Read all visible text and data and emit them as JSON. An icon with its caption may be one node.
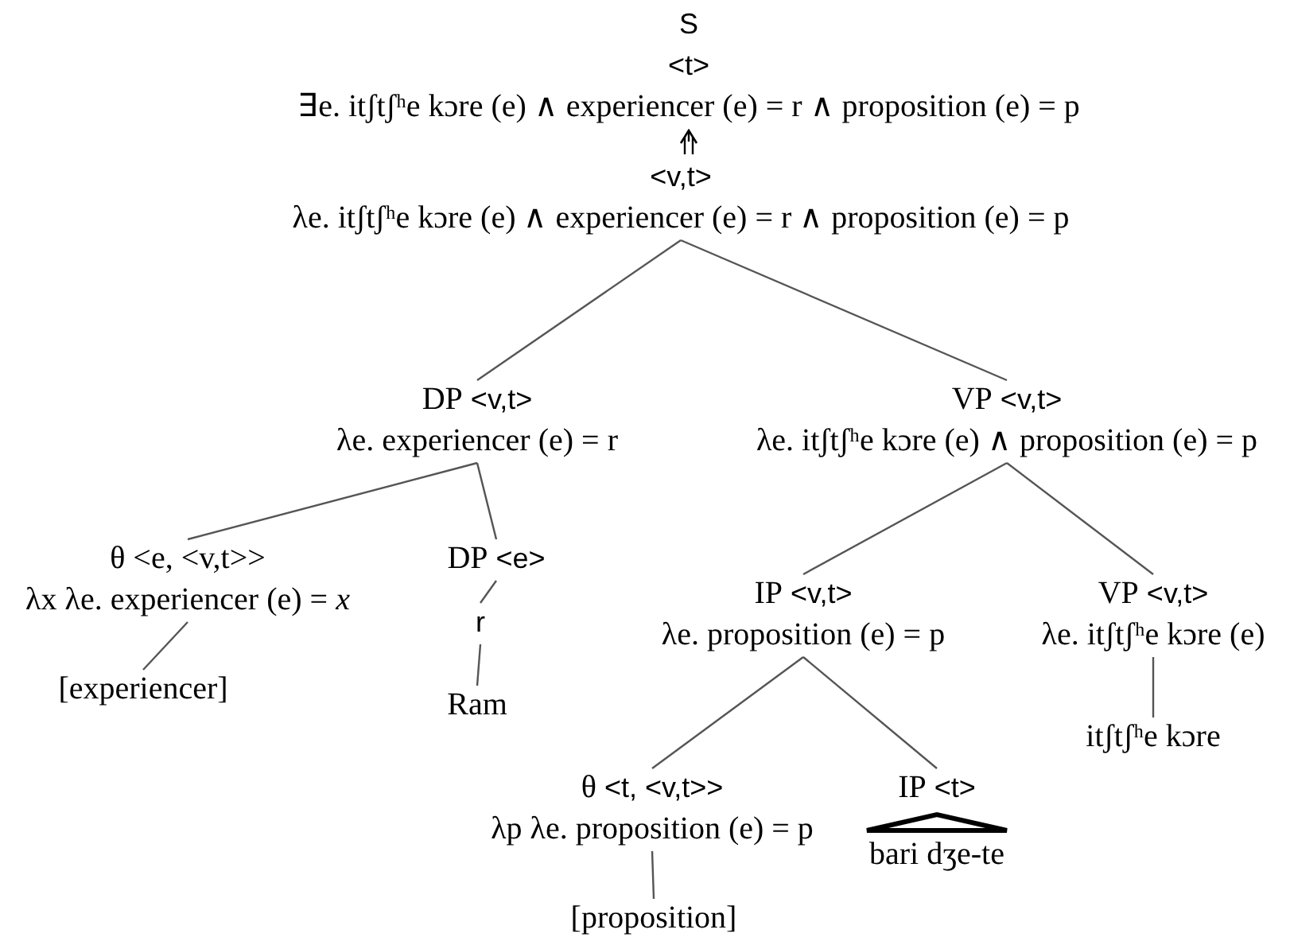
{
  "diagram": {
    "nodes": [
      {
        "text": [
          "S",
          "<t>",
          "∃e. itʃtʃʰe kɔre (e) ∧  experiencer (e) = r ∧ proposition (e) = p"
        ]
      },
      {
        "text": [
          "<v,t>",
          "λe. itʃtʃʰe kɔre (e) ∧  experiencer (e) = r ∧ proposition (e) = p"
        ]
      },
      {
        "text": [
          "DP",
          "<v,t>",
          "λe. experiencer (e) = r"
        ]
      },
      {
        "text": [
          "VP",
          "<v,t>",
          "λe. itʃtʃʰe kɔre (e) ∧ proposition (e) = p"
        ]
      },
      {
        "text": [
          "θ <e, <v,t>>",
          "λx λe. experiencer (e) = *x*"
        ]
      },
      {
        "text": [
          "[experiencer]"
        ]
      },
      {
        "text": [
          "DP",
          "<e>"
        ]
      },
      {
        "text": [
          "r"
        ]
      },
      {
        "text": [
          "Ram"
        ]
      },
      {
        "text": [
          "IP",
          "<v,t>",
          "λe. proposition (e) = p"
        ]
      },
      {
        "text": [
          "VP",
          "<v,t>",
          "λe. itʃtʃʰe kɔre (e)"
        ]
      },
      {
        "text": [
          "itʃtʃʰe kɔre"
        ]
      },
      {
        "text": [
          "θ",
          "<t, <v,t>>",
          "λp λe. proposition (e) = p"
        ]
      },
      {
        "text": [
          "IP",
          "<t>"
        ]
      },
      {
        "text": [
          "bari dʒe-te"
        ]
      },
      {
        "text": [
          "[proposition]"
        ]
      }
    ],
    "edges": [
      {
        "from": 1,
        "to": 0,
        "arrow": "to"
      },
      {
        "from": 1,
        "to": 2,
        "arrow": "none"
      },
      {
        "from": 1,
        "to": 3,
        "arrow": "none"
      },
      {
        "from": 2,
        "to": 4,
        "arrow": "none"
      },
      {
        "from": 2,
        "to": 6,
        "arrow": "none"
      },
      {
        "from": 4,
        "to": 5,
        "arrow": "none"
      },
      {
        "from": 6,
        "to": 7,
        "arrow": "none"
      },
      {
        "from": 7,
        "to": 8,
        "arrow": "none"
      },
      {
        "from": 3,
        "to": 9,
        "arrow": "none"
      },
      {
        "from": 3,
        "to": 10,
        "arrow": "none"
      },
      {
        "from": 10,
        "to": 11,
        "arrow": "none"
      },
      {
        "from": 9,
        "to": 12,
        "arrow": "none"
      },
      {
        "from": 9,
        "to": 13,
        "arrow": "none"
      },
      {
        "from": 12,
        "to": 15,
        "arrow": "none"
      }
    ]
  }
}
